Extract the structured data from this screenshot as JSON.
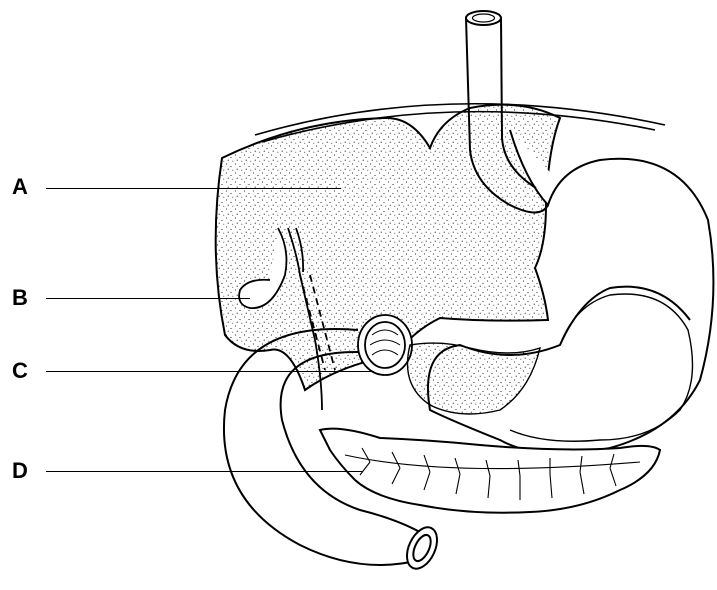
{
  "labels": [
    {
      "id": "A",
      "text": "A"
    },
    {
      "id": "B",
      "text": "B"
    },
    {
      "id": "C",
      "text": "C"
    },
    {
      "id": "D",
      "text": "D"
    }
  ],
  "colors": {
    "line": "#000000",
    "stipple": "#000000",
    "background": "#ffffff"
  }
}
